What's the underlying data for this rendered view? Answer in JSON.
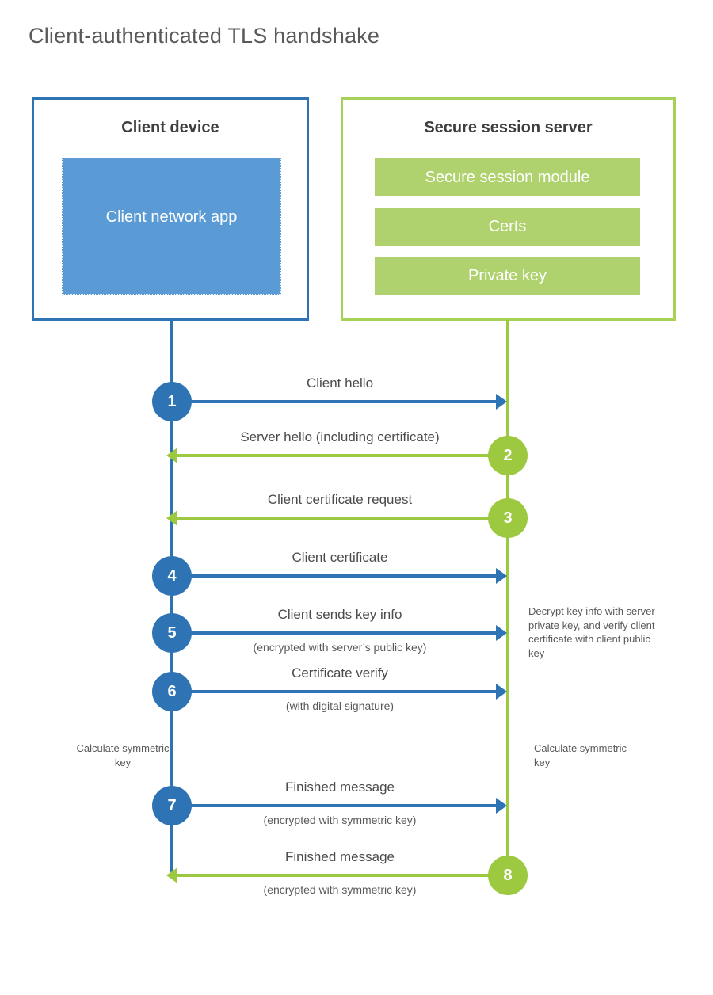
{
  "page": {
    "title": "Client-authenticated TLS handshake"
  },
  "colors": {
    "blue_accent": "#2E74B5",
    "blue_fill": "#5B9BD5",
    "green_accent": "#9CC93F",
    "green_fill": "#AFD26E",
    "green_border": "#A6D157",
    "text_dark": "#3E3E40",
    "text_gray": "#58595B"
  },
  "client_box": {
    "title": "Client device",
    "app_label": "Client network app"
  },
  "server_box": {
    "title": "Secure session server",
    "modules": [
      "Secure session module",
      "Certs",
      "Private key"
    ]
  },
  "steps": [
    {
      "num": "1",
      "from": "client",
      "direction": "right",
      "label": "Client hello",
      "subtitle": ""
    },
    {
      "num": "2",
      "from": "server",
      "direction": "left",
      "label": "Server hello (including certificate)",
      "subtitle": ""
    },
    {
      "num": "3",
      "from": "server",
      "direction": "left",
      "label": "Client certificate request",
      "subtitle": ""
    },
    {
      "num": "4",
      "from": "client",
      "direction": "right",
      "label": "Client certificate",
      "subtitle": ""
    },
    {
      "num": "5",
      "from": "client",
      "direction": "right",
      "label": "Client sends key info",
      "subtitle": "(encrypted with server’s public key)"
    },
    {
      "num": "6",
      "from": "client",
      "direction": "right",
      "label": "Certificate verify",
      "subtitle": "(with digital signature)"
    },
    {
      "num": "7",
      "from": "client",
      "direction": "right",
      "label": "Finished message",
      "subtitle": "(encrypted with symmetric key)"
    },
    {
      "num": "8",
      "from": "server",
      "direction": "left",
      "label": "Finished message",
      "subtitle": "(encrypted with symmetric key)"
    }
  ],
  "notes": {
    "server_decrypt": "Decrypt key info with server private key, and verify client certificate with client public key",
    "client_calculate": "Calculate symmetric key",
    "server_calculate": "Calculate symmetric key"
  }
}
